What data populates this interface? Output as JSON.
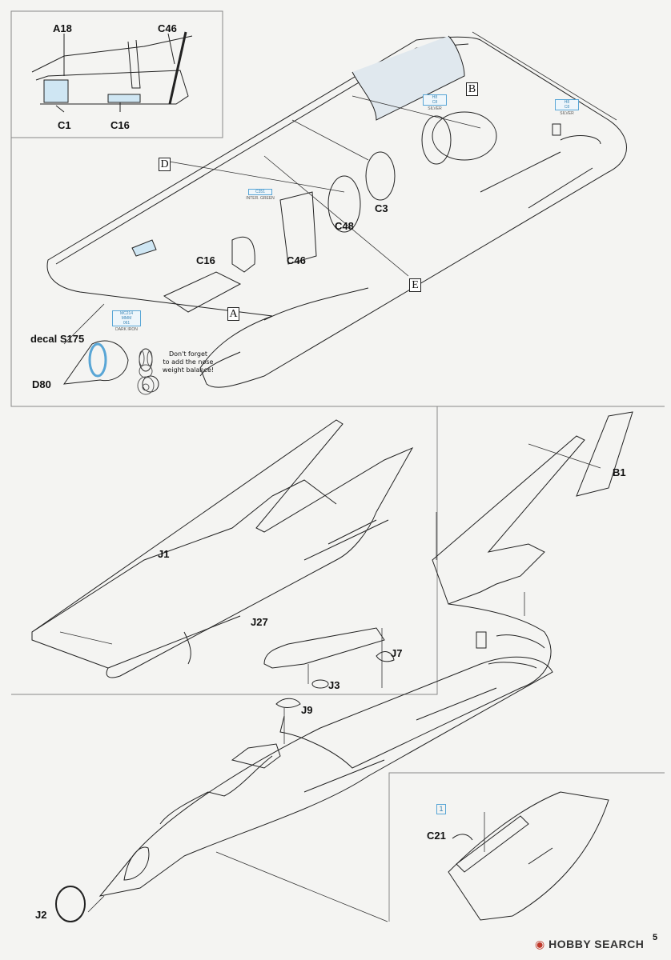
{
  "labels": {
    "a18": "A18",
    "c46_top": "C46",
    "c1": "C1",
    "c16_top": "C16",
    "c16_mid": "C16",
    "c46_mid": "C46",
    "c48": "C48",
    "c3": "C3",
    "decal_s175": "decal S175",
    "d80": "D80",
    "j1": "J1",
    "j27": "J27",
    "b1": "B1",
    "j7": "J7",
    "j3": "J3",
    "j9": "J9",
    "c21": "C21",
    "j2": "J2"
  },
  "boxes": {
    "a": "A",
    "b": "B",
    "d": "D",
    "e": "E"
  },
  "paints": {
    "silver1": {
      "code": "H8\nC8",
      "name": "SILVER"
    },
    "silver2": {
      "code": "H8\nC8",
      "name": "SILVER"
    },
    "green": {
      "code": "C351",
      "name": "INTER. GREEN"
    },
    "iron": {
      "code": "MC214\nMMM\n061",
      "name": "DARK IRON"
    }
  },
  "note": "Don't forget\nto add the nose\nweight balance!",
  "step_number": "1",
  "page_number": "5",
  "watermark": {
    "logo": "◉",
    "text": "HOBBY SEARCH"
  }
}
